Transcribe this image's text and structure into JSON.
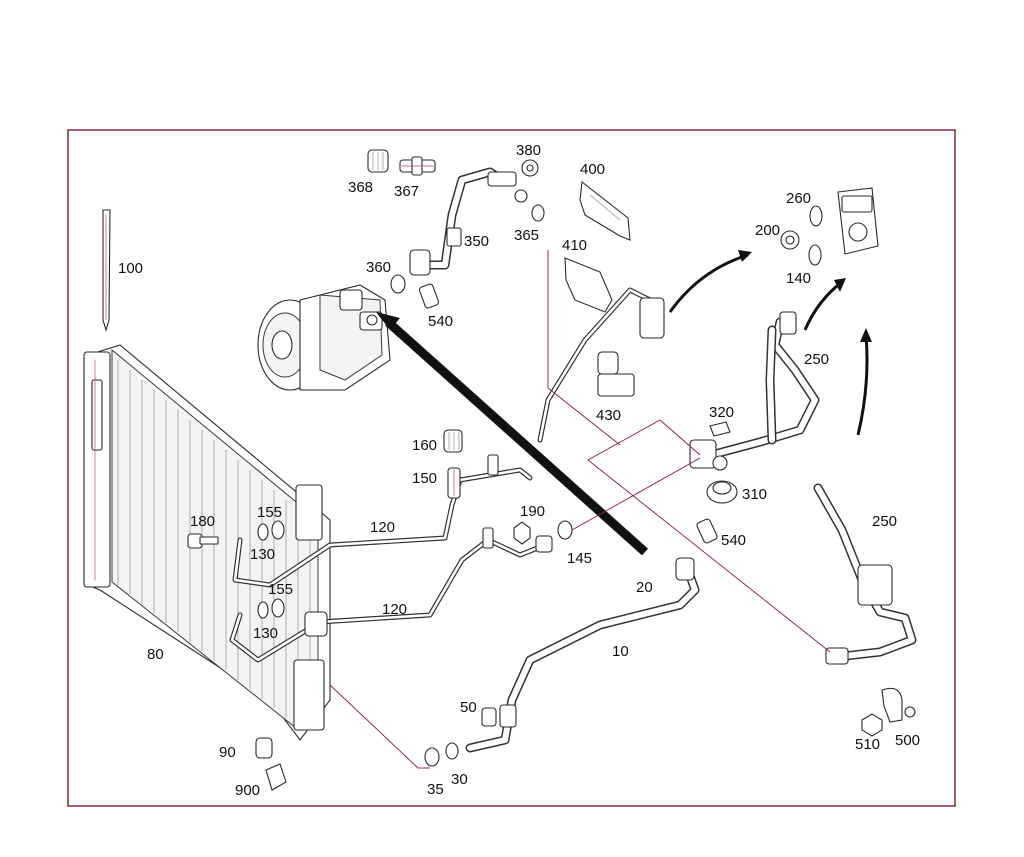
{
  "callouts": {
    "c10": "10",
    "c20": "20",
    "c30": "30",
    "c35": "35",
    "c50": "50",
    "c80": "80",
    "c90": "90",
    "c100": "100",
    "c120a": "120",
    "c120b": "120",
    "c130a": "130",
    "c130b": "130",
    "c140": "140",
    "c145": "145",
    "c150": "150",
    "c155a": "155",
    "c155b": "155",
    "c160": "160",
    "c180": "180",
    "c190": "190",
    "c200": "200",
    "c250a": "250",
    "c250b": "250",
    "c260": "260",
    "c310": "310",
    "c320": "320",
    "c350": "350",
    "c360": "360",
    "c365": "365",
    "c367": "367",
    "c368": "368",
    "c380": "380",
    "c400": "400",
    "c410": "410",
    "c430": "430",
    "c500": "500",
    "c510": "510",
    "c540a": "540",
    "c540b": "540",
    "c900": "900"
  },
  "colors": {
    "frame": "#7a1a2a",
    "leader": "#8a1f33",
    "highlight": "#c43a58",
    "ink": "#111111"
  }
}
